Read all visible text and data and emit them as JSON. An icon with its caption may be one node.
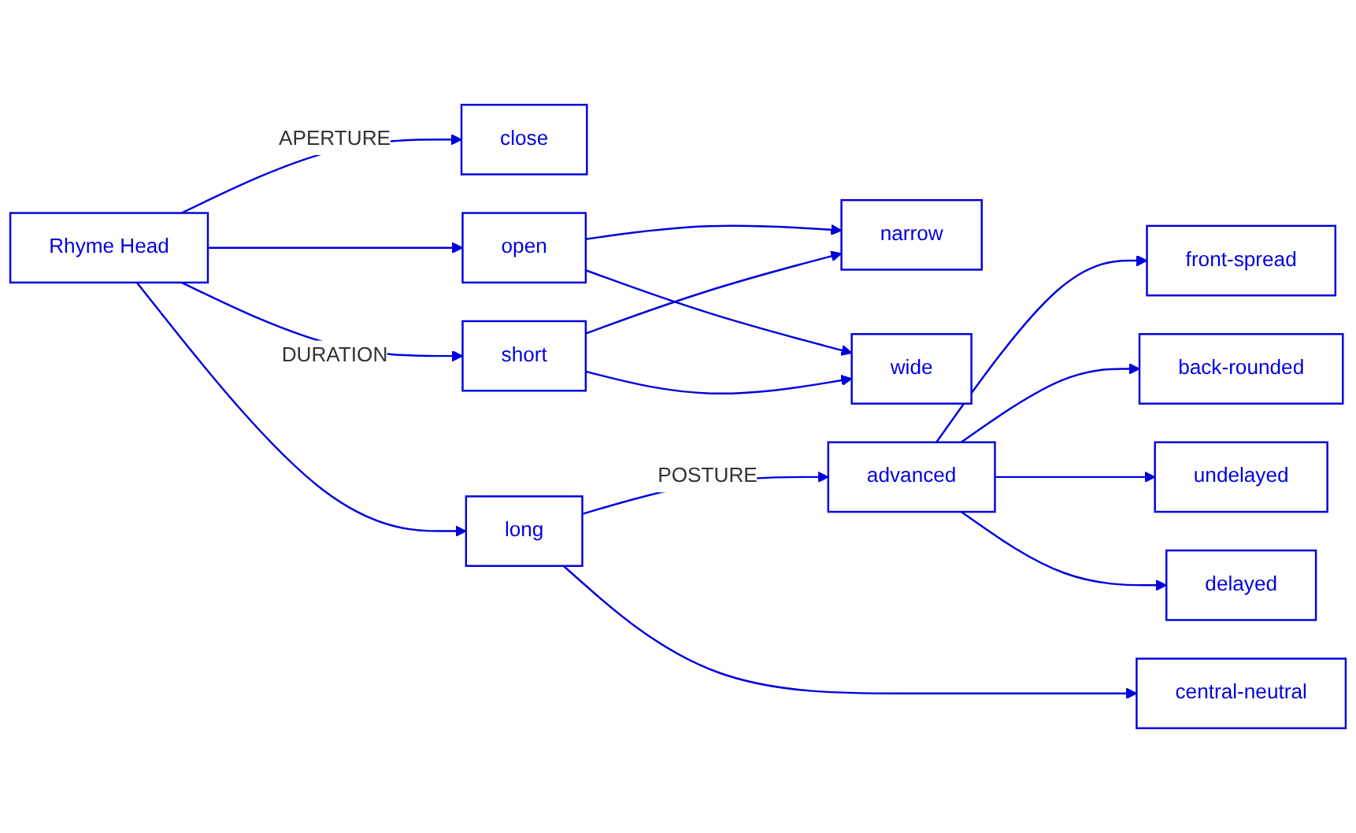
{
  "diagram": {
    "nodes": [
      {
        "text": [
          "Rhyme Head"
        ]
      },
      {
        "text": [
          "close"
        ]
      },
      {
        "text": [
          "open"
        ]
      },
      {
        "text": [
          "short"
        ]
      },
      {
        "text": [
          "long"
        ]
      },
      {
        "text": [
          "narrow"
        ]
      },
      {
        "text": [
          "wide"
        ]
      },
      {
        "text": [
          "advanced"
        ]
      },
      {
        "text": [
          "central-neutral"
        ]
      },
      {
        "text": [
          "front-spread"
        ]
      },
      {
        "text": [
          "back-rounded"
        ]
      },
      {
        "text": [
          "undelayed"
        ]
      },
      {
        "text": [
          "delayed"
        ]
      }
    ],
    "edges": [
      {
        "from": 0,
        "to": 1,
        "arrow": "to",
        "label": "APERTURE"
      },
      {
        "from": 0,
        "to": 2,
        "arrow": "to"
      },
      {
        "from": 0,
        "to": 3,
        "arrow": "to",
        "label": "DURATION"
      },
      {
        "from": 0,
        "to": 4,
        "arrow": "to"
      },
      {
        "from": 2,
        "to": 5,
        "arrow": "to"
      },
      {
        "from": 2,
        "to": 6,
        "arrow": "to"
      },
      {
        "from": 3,
        "to": 5,
        "arrow": "to"
      },
      {
        "from": 3,
        "to": 6,
        "arrow": "to"
      },
      {
        "from": 4,
        "to": 7,
        "arrow": "to",
        "label": "POSTURE"
      },
      {
        "from": 4,
        "to": 8,
        "arrow": "to"
      },
      {
        "from": 7,
        "to": 9,
        "arrow": "to"
      },
      {
        "from": 7,
        "to": 10,
        "arrow": "to"
      },
      {
        "from": 7,
        "to": 11,
        "arrow": "to"
      },
      {
        "from": 7,
        "to": 12,
        "arrow": "to"
      }
    ]
  }
}
